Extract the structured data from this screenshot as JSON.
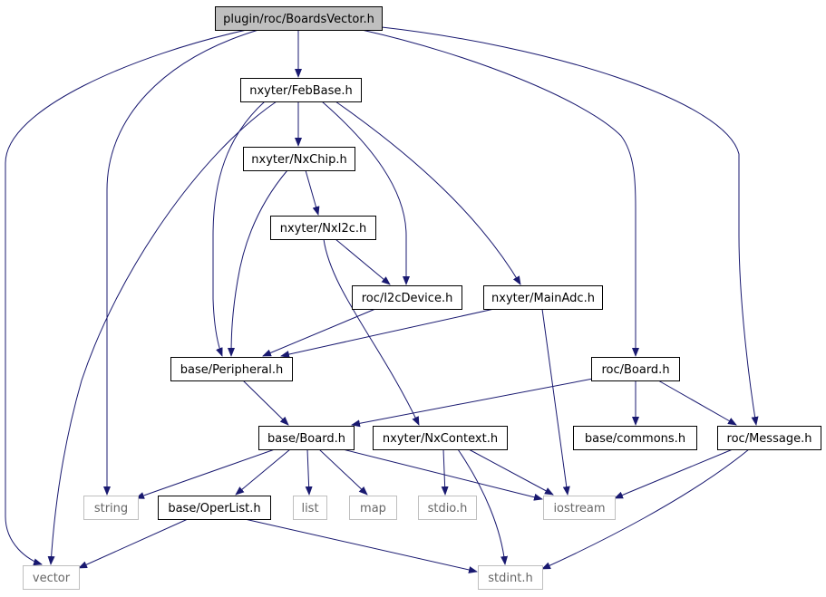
{
  "graph": {
    "colors": {
      "edge": "#191970",
      "focus_fill": "#bfbfbf",
      "node_border": "#000000",
      "external_border": "#bfbfbf",
      "text": "#000000",
      "external_text": "#666666"
    },
    "nodes": [
      {
        "id": "boardsvector",
        "label": "plugin/roc/BoardsVector.h",
        "kind": "focus"
      },
      {
        "id": "febase",
        "label": "nxyter/FebBase.h",
        "kind": "header"
      },
      {
        "id": "nxchip",
        "label": "nxyter/NxChip.h",
        "kind": "header"
      },
      {
        "id": "nxi2c",
        "label": "nxyter/NxI2c.h",
        "kind": "header"
      },
      {
        "id": "i2cdevice",
        "label": "roc/I2cDevice.h",
        "kind": "header"
      },
      {
        "id": "mainadc",
        "label": "nxyter/MainAdc.h",
        "kind": "header"
      },
      {
        "id": "peripheral",
        "label": "base/Peripheral.h",
        "kind": "header"
      },
      {
        "id": "rocboard",
        "label": "roc/Board.h",
        "kind": "header"
      },
      {
        "id": "baseboard",
        "label": "base/Board.h",
        "kind": "header"
      },
      {
        "id": "nxcontext",
        "label": "nxyter/NxContext.h",
        "kind": "header"
      },
      {
        "id": "commons",
        "label": "base/commons.h",
        "kind": "header"
      },
      {
        "id": "message",
        "label": "roc/Message.h",
        "kind": "header"
      },
      {
        "id": "string",
        "label": "string",
        "kind": "external"
      },
      {
        "id": "operlist",
        "label": "base/OperList.h",
        "kind": "header"
      },
      {
        "id": "list",
        "label": "list",
        "kind": "external"
      },
      {
        "id": "map",
        "label": "map",
        "kind": "external"
      },
      {
        "id": "stdio",
        "label": "stdio.h",
        "kind": "external"
      },
      {
        "id": "iostream",
        "label": "iostream",
        "kind": "external"
      },
      {
        "id": "vector",
        "label": "vector",
        "kind": "external"
      },
      {
        "id": "stdint",
        "label": "stdint.h",
        "kind": "external"
      }
    ],
    "edges": [
      {
        "from": "boardsvector",
        "to": "febase"
      },
      {
        "from": "boardsvector",
        "to": "vector"
      },
      {
        "from": "boardsvector",
        "to": "string"
      },
      {
        "from": "boardsvector",
        "to": "rocboard"
      },
      {
        "from": "boardsvector",
        "to": "message"
      },
      {
        "from": "febase",
        "to": "nxchip"
      },
      {
        "from": "febase",
        "to": "i2cdevice"
      },
      {
        "from": "febase",
        "to": "mainadc"
      },
      {
        "from": "febase",
        "to": "peripheral"
      },
      {
        "from": "febase",
        "to": "vector"
      },
      {
        "from": "nxchip",
        "to": "nxi2c"
      },
      {
        "from": "nxchip",
        "to": "peripheral"
      },
      {
        "from": "nxi2c",
        "to": "i2cdevice"
      },
      {
        "from": "nxi2c",
        "to": "nxcontext"
      },
      {
        "from": "i2cdevice",
        "to": "peripheral"
      },
      {
        "from": "mainadc",
        "to": "peripheral"
      },
      {
        "from": "mainadc",
        "to": "iostream"
      },
      {
        "from": "peripheral",
        "to": "baseboard"
      },
      {
        "from": "rocboard",
        "to": "baseboard"
      },
      {
        "from": "rocboard",
        "to": "commons"
      },
      {
        "from": "rocboard",
        "to": "message"
      },
      {
        "from": "baseboard",
        "to": "string"
      },
      {
        "from": "baseboard",
        "to": "operlist"
      },
      {
        "from": "baseboard",
        "to": "list"
      },
      {
        "from": "baseboard",
        "to": "map"
      },
      {
        "from": "baseboard",
        "to": "iostream"
      },
      {
        "from": "nxcontext",
        "to": "stdio"
      },
      {
        "from": "nxcontext",
        "to": "iostream"
      },
      {
        "from": "nxcontext",
        "to": "stdint"
      },
      {
        "from": "message",
        "to": "iostream"
      },
      {
        "from": "message",
        "to": "stdint"
      },
      {
        "from": "operlist",
        "to": "vector"
      },
      {
        "from": "operlist",
        "to": "stdint"
      }
    ]
  }
}
